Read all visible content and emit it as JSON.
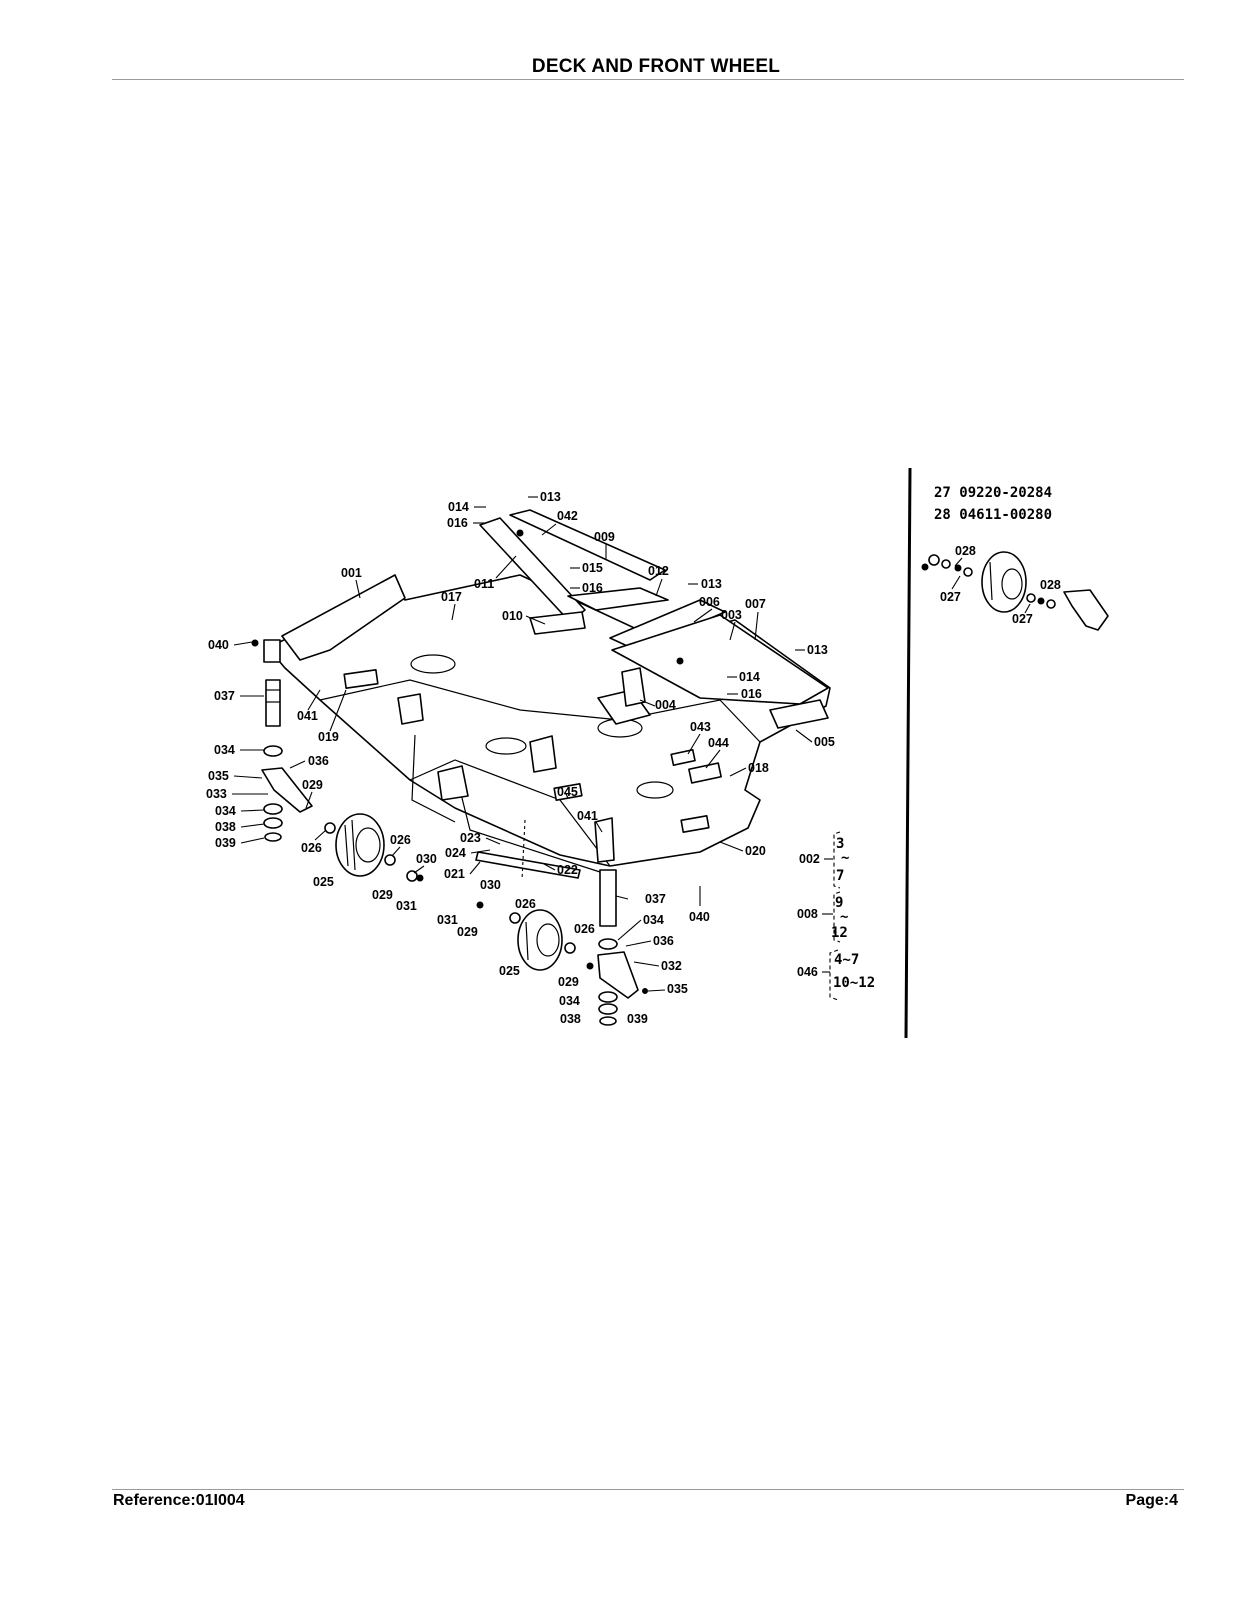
{
  "header": {
    "title": "DECK AND FRONT WHEEL"
  },
  "footer": {
    "reference": "Reference:01I004",
    "page": "Page:4"
  },
  "diagram": {
    "callouts": [
      {
        "id": "c001",
        "text": "001"
      },
      {
        "id": "c009",
        "text": "009"
      },
      {
        "id": "c011",
        "text": "011"
      },
      {
        "id": "c012",
        "text": "012"
      },
      {
        "id": "c017",
        "text": "017"
      },
      {
        "id": "c010",
        "text": "010"
      },
      {
        "id": "c006",
        "text": "006"
      },
      {
        "id": "c003",
        "text": "003"
      },
      {
        "id": "c007",
        "text": "007"
      },
      {
        "id": "c014a",
        "text": "014"
      },
      {
        "id": "c016a",
        "text": "016"
      },
      {
        "id": "c042",
        "text": "042"
      },
      {
        "id": "c013a",
        "text": "013"
      },
      {
        "id": "c015",
        "text": "015"
      },
      {
        "id": "c016b",
        "text": "016"
      },
      {
        "id": "c013b",
        "text": "013"
      },
      {
        "id": "c013c",
        "text": "013"
      },
      {
        "id": "c014b",
        "text": "014"
      },
      {
        "id": "c016c",
        "text": "016"
      },
      {
        "id": "c005",
        "text": "005"
      },
      {
        "id": "c004",
        "text": "004"
      },
      {
        "id": "c043",
        "text": "043"
      },
      {
        "id": "c044",
        "text": "044"
      },
      {
        "id": "c018",
        "text": "018"
      },
      {
        "id": "c020",
        "text": "020"
      },
      {
        "id": "c040a",
        "text": "040"
      },
      {
        "id": "c037a",
        "text": "037"
      },
      {
        "id": "c041a",
        "text": "041"
      },
      {
        "id": "c019",
        "text": "019"
      },
      {
        "id": "c034a",
        "text": "034"
      },
      {
        "id": "c036a",
        "text": "036"
      },
      {
        "id": "c035a",
        "text": "035"
      },
      {
        "id": "c033",
        "text": "033"
      },
      {
        "id": "c029a",
        "text": "029"
      },
      {
        "id": "c034b",
        "text": "034"
      },
      {
        "id": "c038a",
        "text": "038"
      },
      {
        "id": "c039a",
        "text": "039"
      },
      {
        "id": "c026a",
        "text": "026"
      },
      {
        "id": "c025a",
        "text": "025"
      },
      {
        "id": "c026b",
        "text": "026"
      },
      {
        "id": "c030a",
        "text": "030"
      },
      {
        "id": "c029b",
        "text": "029"
      },
      {
        "id": "c031a",
        "text": "031"
      },
      {
        "id": "c045",
        "text": "045"
      },
      {
        "id": "c041b",
        "text": "041"
      },
      {
        "id": "c023",
        "text": "023"
      },
      {
        "id": "c024",
        "text": "024"
      },
      {
        "id": "c022",
        "text": "022"
      },
      {
        "id": "c021",
        "text": "021"
      },
      {
        "id": "c030b",
        "text": "030"
      },
      {
        "id": "c031b",
        "text": "031"
      },
      {
        "id": "c029c",
        "text": "029"
      },
      {
        "id": "c026c",
        "text": "026"
      },
      {
        "id": "c026d",
        "text": "026"
      },
      {
        "id": "c025b",
        "text": "025"
      },
      {
        "id": "c037b",
        "text": "037"
      },
      {
        "id": "c034c",
        "text": "034"
      },
      {
        "id": "c036b",
        "text": "036"
      },
      {
        "id": "c040b",
        "text": "040"
      },
      {
        "id": "c032",
        "text": "032"
      },
      {
        "id": "c029d",
        "text": "029"
      },
      {
        "id": "c035b",
        "text": "035"
      },
      {
        "id": "c034d",
        "text": "034"
      },
      {
        "id": "c038b",
        "text": "038"
      },
      {
        "id": "c039b",
        "text": "039"
      }
    ],
    "assemblies": [
      {
        "code": "002",
        "range_from": "3",
        "range_to": "7"
      },
      {
        "code": "008",
        "range_from": "9",
        "range_to": "12"
      },
      {
        "code": "046",
        "range_a": "4~7",
        "range_b": "10~12"
      }
    ],
    "inset": {
      "part_numbers": [
        "27 09220-20284",
        "28 04611-00280"
      ],
      "callouts": [
        {
          "id": "i028a",
          "text": "028"
        },
        {
          "id": "i027a",
          "text": "027"
        },
        {
          "id": "i028b",
          "text": "028"
        },
        {
          "id": "i027b",
          "text": "027"
        }
      ]
    }
  }
}
